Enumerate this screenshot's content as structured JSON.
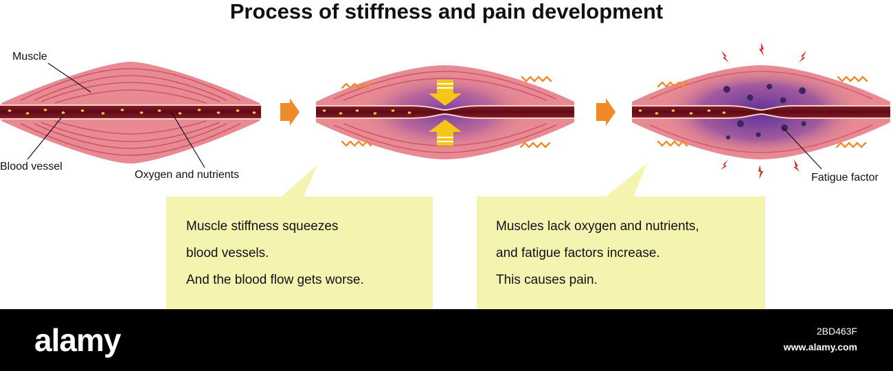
{
  "title": "Process of stiffness and pain development",
  "labels": {
    "muscle": "Muscle",
    "blood_vessel": "Blood vessel",
    "oxygen": "Oxygen and nutrients",
    "fatigue": "Fatigue factor"
  },
  "bubbles": [
    {
      "lines": [
        "Muscle stiffness squeezes",
        "blood vessels.",
        "And the blood flow gets worse."
      ]
    },
    {
      "lines": [
        "Muscles lack oxygen and nutrients,",
        "and fatigue factors increase.",
        "This causes pain."
      ]
    }
  ],
  "watermark": {
    "logo": "alamy",
    "image_id": "2BD463F",
    "site": "www.alamy.com"
  },
  "colors": {
    "muscle": "#e88a93",
    "muscle_stripe": "#c94a62",
    "vessel": "#6e1020",
    "arrow": "#ef8a2a",
    "squeeze_arrow": "#f5c518",
    "bubble": "#f5f3b0",
    "pain_bolt": "#e02a2a",
    "fatigue_particle": "#3a2560"
  }
}
